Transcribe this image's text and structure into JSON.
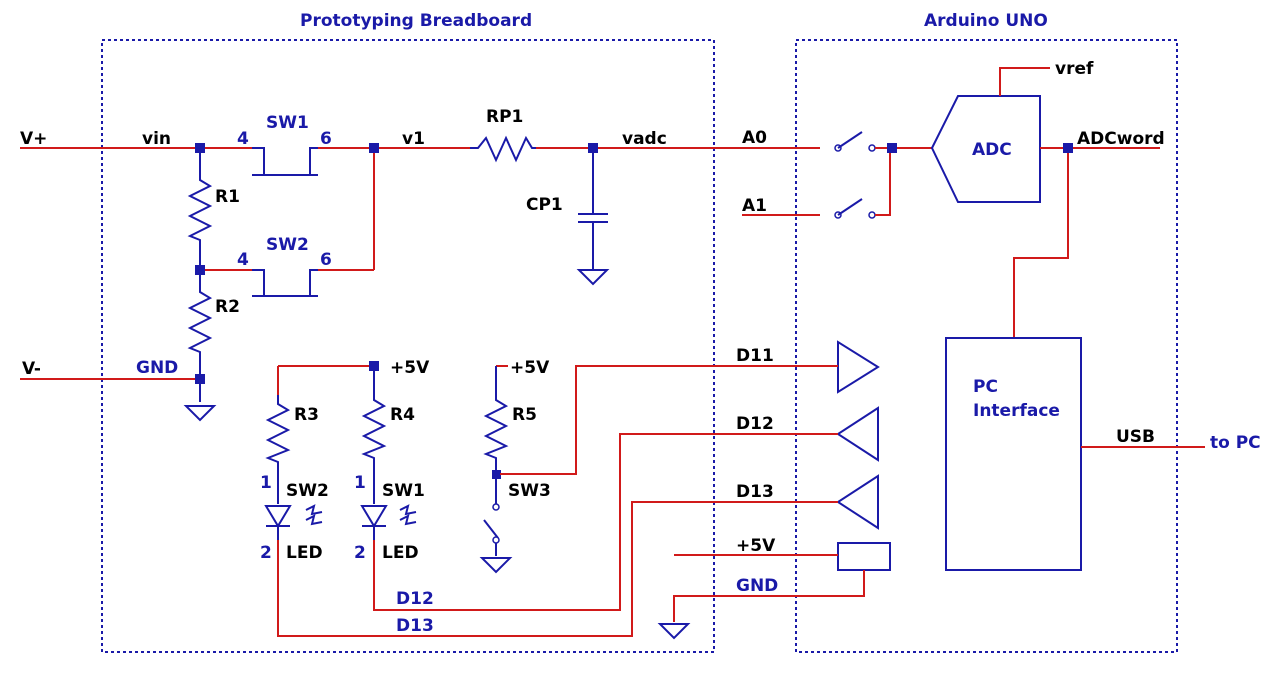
{
  "colors": {
    "wire": "#d11a1a",
    "component": "#1a1aa8",
    "pin_label": "#1a1aa8",
    "net_label": "#000000",
    "background": "#ffffff"
  },
  "boxes": {
    "breadboard_title": "Prototyping Breadboard",
    "arduino_title": "Arduino UNO"
  },
  "nets": {
    "vplus": "V+",
    "vminus": "V-",
    "vin": "vin",
    "v1": "v1",
    "vadc": "vadc",
    "gnd_left": "GND",
    "a0": "A0",
    "a1": "A1",
    "vref": "vref",
    "adcword": "ADCword",
    "d11": "D11",
    "d12_top": "D12",
    "d13_top": "D13",
    "plus5v_right": "+5V",
    "gnd_right": "GND",
    "usb": "USB",
    "to_pc": "to PC",
    "d12_bottom": "D12",
    "d13_bottom": "D13",
    "plus5v_r4": "+5V",
    "plus5v_r5": "+5V"
  },
  "components": {
    "sw1": "SW1",
    "sw2": "SW2",
    "sw1_pin_a": "4",
    "sw1_pin_b": "6",
    "sw2_pin_a": "4",
    "sw2_pin_b": "6",
    "r1": "R1",
    "r2": "R2",
    "rp1": "RP1",
    "cp1": "CP1",
    "r3": "R3",
    "r4": "R4",
    "r5": "R5",
    "led_sw2": "SW2",
    "led_sw1": "SW1",
    "sw3": "SW3",
    "led_label_1": "LED",
    "led_label_2": "LED",
    "led1_pin1": "1",
    "led1_pin2": "2",
    "led2_pin1": "1",
    "led2_pin2": "2",
    "adc": "ADC",
    "pc_interface_line1": "PC",
    "pc_interface_line2": "Interface"
  }
}
